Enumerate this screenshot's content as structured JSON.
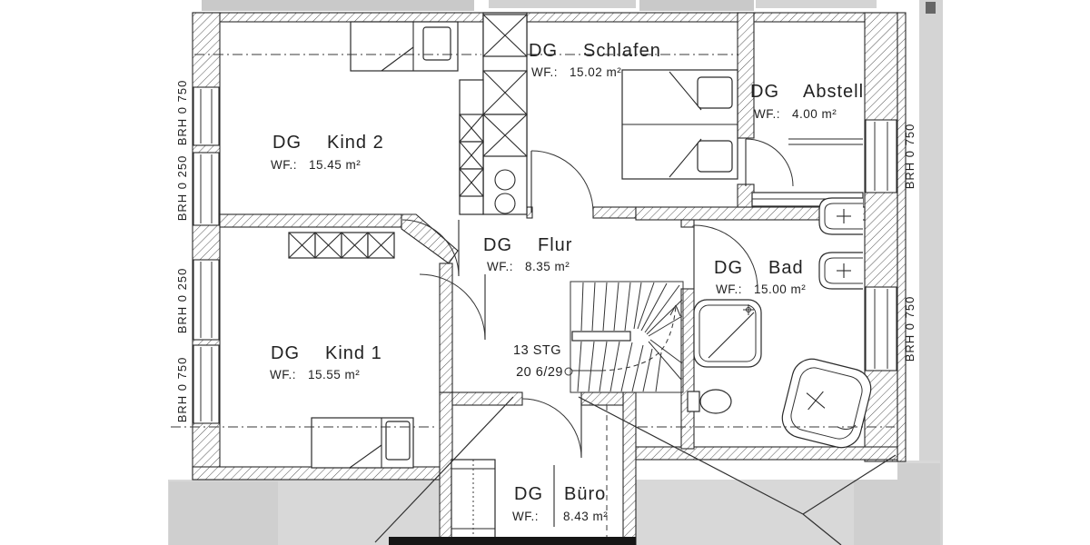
{
  "rooms": {
    "kind2": {
      "prefix": "DG",
      "name": "Kind 2",
      "area_label": "WF.:",
      "area_value": "15.45 m²"
    },
    "schlafen": {
      "prefix": "DG",
      "name": "Schlafen",
      "area_label": "WF.:",
      "area_value": "15.02 m²"
    },
    "abstell": {
      "prefix": "DG",
      "name": "Abstell",
      "area_label": "WF.:",
      "area_value": "4.00 m²"
    },
    "flur": {
      "prefix": "DG",
      "name": "Flur",
      "area_label": "WF.:",
      "area_value": "8.35 m²"
    },
    "bad": {
      "prefix": "DG",
      "name": "Bad",
      "area_label": "WF.:",
      "area_value": "15.00 m²"
    },
    "kind1": {
      "prefix": "DG",
      "name": "Kind 1",
      "area_label": "WF.:",
      "area_value": "15.55 m²"
    },
    "buero": {
      "prefix": "DG",
      "name": "Büro",
      "area_label": "WF.:",
      "area_value": "8.43 m²"
    }
  },
  "stairs": {
    "steps_label": "13 STG",
    "rise_run_label": "20 6/29"
  },
  "window_labels": {
    "left": [
      {
        "label": "BRH 0 750"
      },
      {
        "label": "BRH 0 250"
      },
      {
        "label": "BRH 0 250"
      },
      {
        "label": "BRH 0 750"
      }
    ],
    "right": [
      {
        "label": "BRH 0 750"
      },
      {
        "label": "BRH 0 750"
      }
    ]
  },
  "colors": {
    "ink": "#222222",
    "paper": "#ffffff",
    "scan_band": "#d8d8d8"
  }
}
